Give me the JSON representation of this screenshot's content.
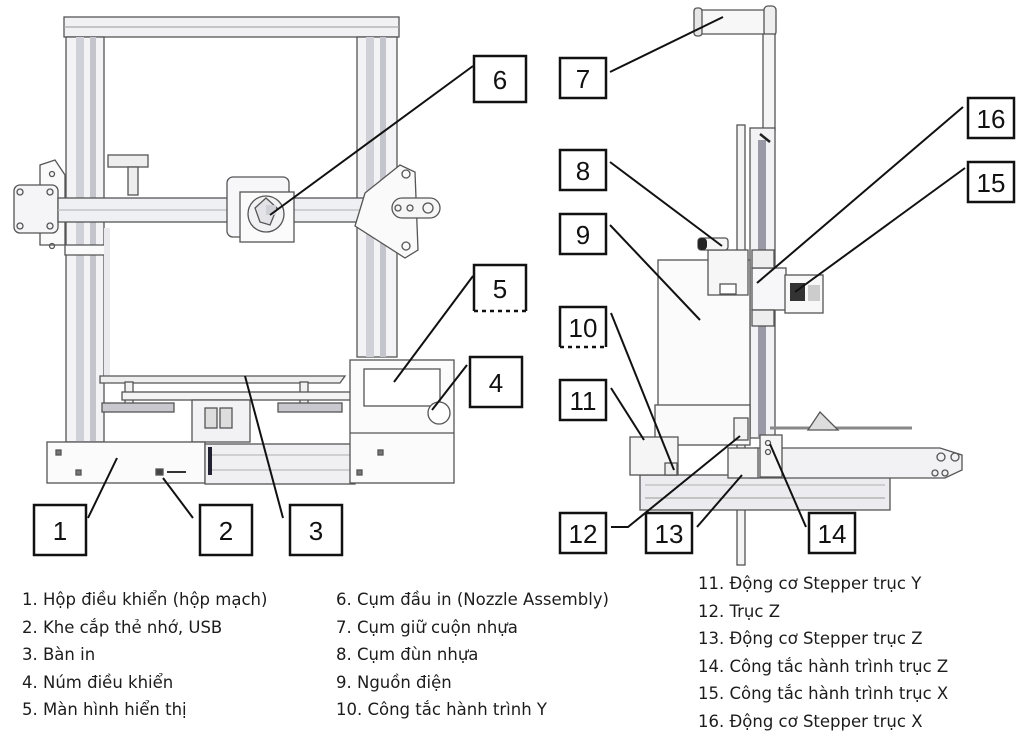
{
  "diagram": {
    "subject": "3D printer parts diagram (front view and side view)",
    "callouts": [
      {
        "num": "1",
        "target": "control-box"
      },
      {
        "num": "2",
        "target": "sd-usb-slot"
      },
      {
        "num": "3",
        "target": "print-bed"
      },
      {
        "num": "4",
        "target": "control-knob"
      },
      {
        "num": "5",
        "target": "display-screen"
      },
      {
        "num": "6",
        "target": "nozzle-assembly"
      },
      {
        "num": "7",
        "target": "spool-holder"
      },
      {
        "num": "8",
        "target": "extruder"
      },
      {
        "num": "9",
        "target": "power-supply"
      },
      {
        "num": "10",
        "target": "y-limit-switch"
      },
      {
        "num": "11",
        "target": "y-stepper-motor"
      },
      {
        "num": "12",
        "target": "z-axis"
      },
      {
        "num": "13",
        "target": "z-stepper-motor"
      },
      {
        "num": "14",
        "target": "z-limit-switch"
      },
      {
        "num": "15",
        "target": "x-limit-switch"
      },
      {
        "num": "16",
        "target": "x-stepper-motor"
      }
    ]
  },
  "legend": {
    "col1": [
      "1. Hộp điều khiển (hộp mạch)",
      "2. Khe cắp thẻ nhớ, USB",
      "3. Bàn in",
      "4. Núm điều khiển",
      "5. Màn hình hiển thị"
    ],
    "col2": [
      "6. Cụm đầu in (Nozzle Assembly)",
      "7. Cụm giữ cuộn nhựa",
      "8. Cụm đùn nhựa",
      "9. Nguồn điện",
      "10. Công tắc hành trình Y"
    ],
    "col3": [
      "11. Động cơ Stepper trục Y",
      "12. Trục Z",
      "13. Động cơ Stepper trục Z",
      "14. Công tắc hành trình trục Z",
      "15. Công tắc hành trình trục X",
      "16. Động cơ Stepper trục X"
    ]
  }
}
